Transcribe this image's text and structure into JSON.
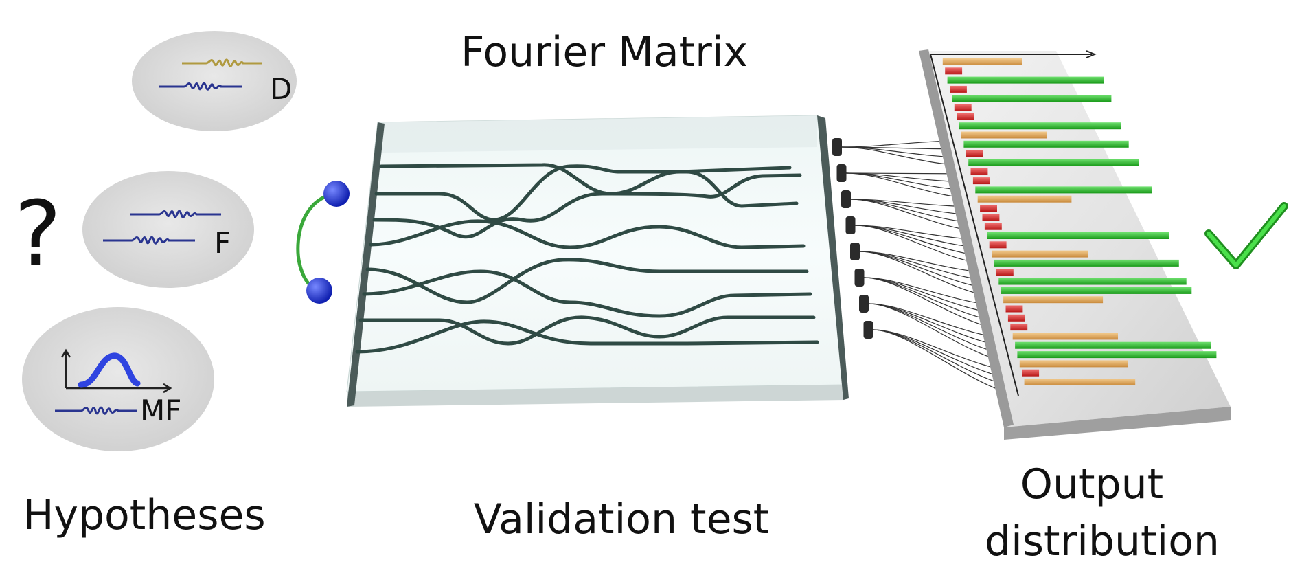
{
  "titles": {
    "top": "Fourier Matrix",
    "hypotheses": "Hypotheses",
    "validation": "Validation test",
    "output_line1": "Output",
    "output_line2": "distribution"
  },
  "hypotheses": {
    "question_mark": "?",
    "items": [
      {
        "label": "D"
      },
      {
        "label": "F"
      },
      {
        "label": "MF"
      }
    ]
  },
  "colors": {
    "bubble": "#d9d9d9",
    "waveguide": "#2f4a44",
    "photon": "#2233cc",
    "photon_link": "#3aa83a",
    "bar_green": "#28b828",
    "bar_orange": "#e0a860",
    "bar_red": "#d83030",
    "checkmark": "#2cc42c"
  },
  "output_bars": [
    {
      "color": "orange",
      "value": 0.28
    },
    {
      "color": "red",
      "value": 0.06
    },
    {
      "color": "green",
      "value": 0.55
    },
    {
      "color": "red",
      "value": 0.06
    },
    {
      "color": "green",
      "value": 0.56
    },
    {
      "color": "red",
      "value": 0.06
    },
    {
      "color": "red",
      "value": 0.06
    },
    {
      "color": "green",
      "value": 0.57
    },
    {
      "color": "orange",
      "value": 0.3
    },
    {
      "color": "green",
      "value": 0.58
    },
    {
      "color": "red",
      "value": 0.06
    },
    {
      "color": "green",
      "value": 0.6
    },
    {
      "color": "red",
      "value": 0.06
    },
    {
      "color": "red",
      "value": 0.06
    },
    {
      "color": "green",
      "value": 0.62
    },
    {
      "color": "orange",
      "value": 0.33
    },
    {
      "color": "red",
      "value": 0.06
    },
    {
      "color": "red",
      "value": 0.06
    },
    {
      "color": "red",
      "value": 0.06
    },
    {
      "color": "green",
      "value": 0.64
    },
    {
      "color": "red",
      "value": 0.06
    },
    {
      "color": "orange",
      "value": 0.34
    },
    {
      "color": "green",
      "value": 0.65
    },
    {
      "color": "red",
      "value": 0.06
    },
    {
      "color": "green",
      "value": 0.66
    },
    {
      "color": "green",
      "value": 0.67
    },
    {
      "color": "orange",
      "value": 0.35
    },
    {
      "color": "red",
      "value": 0.06
    },
    {
      "color": "red",
      "value": 0.06
    },
    {
      "color": "red",
      "value": 0.06
    },
    {
      "color": "orange",
      "value": 0.37
    },
    {
      "color": "green",
      "value": 0.69
    },
    {
      "color": "green",
      "value": 0.7
    },
    {
      "color": "orange",
      "value": 0.38
    },
    {
      "color": "red",
      "value": 0.06
    },
    {
      "color": "orange",
      "value": 0.39
    }
  ],
  "detectors": {
    "count": 8
  }
}
